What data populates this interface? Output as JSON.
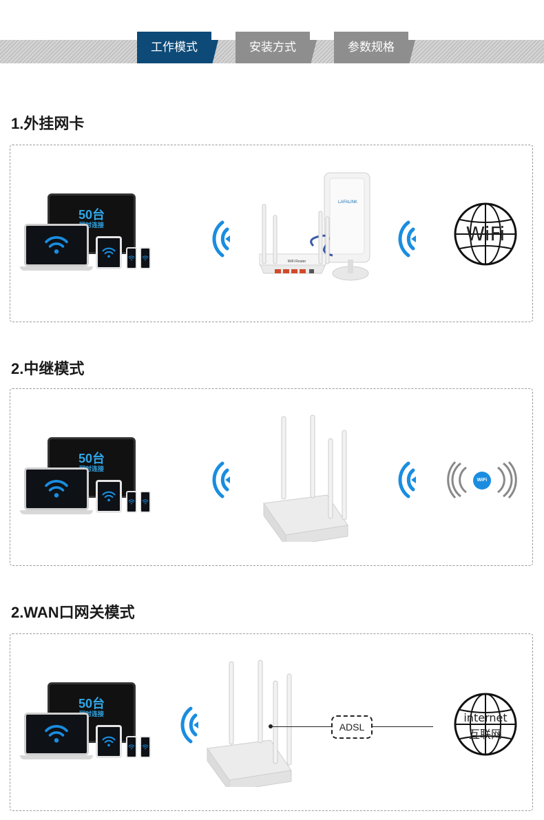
{
  "tabs": [
    {
      "label": "工作模式",
      "active": true
    },
    {
      "label": "安装方式",
      "active": false
    },
    {
      "label": "参数规格",
      "active": false
    }
  ],
  "sections": [
    {
      "title": "1.外挂网卡",
      "screen_big": "50台",
      "screen_small": "同时连接",
      "antenna_brand": "LAFALINK",
      "router_label": "WiFi Router",
      "target": "WiFi"
    },
    {
      "title": "2.中继模式",
      "screen_big": "50台",
      "screen_small": "同时连接",
      "badge": "WiFi"
    },
    {
      "title": "2.WAN口网关模式",
      "screen_big": "50台",
      "screen_small": "同时连接",
      "link_label": "ADSL",
      "globe_top": "internet",
      "globe_bottom": "互联网"
    }
  ],
  "colors": {
    "tab_active": "#0d4a78",
    "tab_inactive": "#8e8e8e",
    "signal": "#1a8de0"
  }
}
